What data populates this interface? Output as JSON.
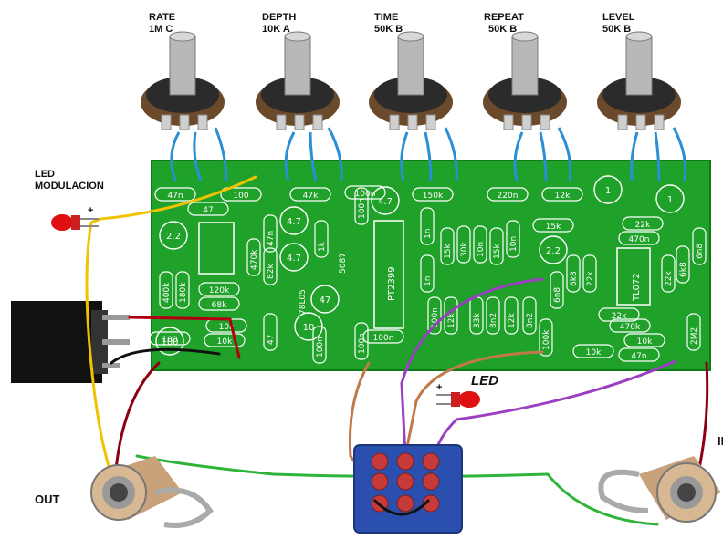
{
  "pots": [
    {
      "name": "RATE",
      "value": "1M C"
    },
    {
      "name": "DEPTH",
      "value": "10K A"
    },
    {
      "name": "TIME",
      "value": "50K B"
    },
    {
      "name": "REPEAT",
      "value": "50K B"
    },
    {
      "name": "LEVEL",
      "value": "50K B"
    }
  ],
  "labels": {
    "led_mod_line1": "LED",
    "led_mod_line2": "MODULACION",
    "led": "LED",
    "out": "OUT",
    "in": "IN",
    "plus1": "+",
    "plus2": "+"
  },
  "ic_labels": {
    "pt2399": "PT2399",
    "tl072": "TL072",
    "reg": "78L05",
    "reg2": "5087"
  },
  "components_h": [
    "47n",
    "47",
    "100",
    "47k",
    "150k",
    "220n",
    "12k",
    "100n",
    "15k",
    "22k",
    "470n",
    "120k",
    "68k",
    "10k",
    "10k",
    "100n",
    "10k",
    "47n",
    "22k",
    "470k",
    "10k",
    "100"
  ],
  "components_v": [
    "47n",
    "470k",
    "82k",
    "1k",
    "100n",
    "1n",
    "1n",
    "15k",
    "30k",
    "10n",
    "15k",
    "10n",
    "100n",
    "12k",
    "33k",
    "8n2",
    "12k",
    "8n2",
    "100k",
    "6n8",
    "6k8",
    "22k",
    "22k",
    "6k8",
    "6n8",
    "2M2",
    "400k",
    "180k",
    "47",
    "100n",
    "100n"
  ],
  "caps": [
    "4.7",
    "4.7",
    "47",
    "10",
    "2.2",
    "2.2",
    "1",
    "1",
    "100",
    "4.7"
  ],
  "colors": {
    "pcb": "#1fa12a",
    "board_edge": "#0f7a18",
    "wire_yellow": "#f2c200",
    "wire_red": "#b00010",
    "wire_black": "#111111",
    "wire_green": "#2fb43a",
    "wire_purple": "#9a3fc2",
    "wire_brown": "#c07a4a",
    "wire_blue": "#2a8fd6",
    "led": "#e01010"
  }
}
